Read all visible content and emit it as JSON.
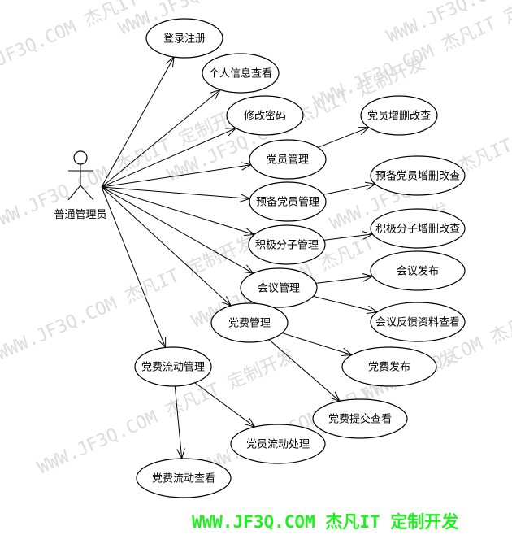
{
  "watermark": "WWW.JF3Q.COM 杰凡IT 定制开发",
  "footer": "WWW.JF3Q.COM 杰凡IT  定制开发",
  "actor": {
    "id": "actor",
    "label": "普通管理员"
  },
  "use_cases": [
    {
      "id": "login",
      "label": "登录注册"
    },
    {
      "id": "profile",
      "label": "个人信息查看"
    },
    {
      "id": "password",
      "label": "修改密码"
    },
    {
      "id": "member",
      "label": "党员管理"
    },
    {
      "id": "prep",
      "label": "预备党员管理"
    },
    {
      "id": "activist",
      "label": "积极分子管理"
    },
    {
      "id": "meeting",
      "label": "会议管理"
    },
    {
      "id": "fee",
      "label": "党费管理"
    },
    {
      "id": "feeflow",
      "label": "党费流动管理"
    },
    {
      "id": "member_crud",
      "label": "党员增删改查"
    },
    {
      "id": "prep_crud",
      "label": "预备党员增删改查"
    },
    {
      "id": "activist_crud",
      "label": "积极分子增删改查"
    },
    {
      "id": "meeting_pub",
      "label": "会议发布"
    },
    {
      "id": "meeting_fb",
      "label": "会议反馈资料查看"
    },
    {
      "id": "fee_pub",
      "label": "党费发布"
    },
    {
      "id": "fee_submit",
      "label": "党费提交查看"
    },
    {
      "id": "member_flow",
      "label": "党员流动处理"
    },
    {
      "id": "feeflow_view",
      "label": "党费流动查看"
    }
  ],
  "edges": [
    [
      "actor",
      "login"
    ],
    [
      "actor",
      "profile"
    ],
    [
      "actor",
      "password"
    ],
    [
      "actor",
      "member"
    ],
    [
      "actor",
      "prep"
    ],
    [
      "actor",
      "activist"
    ],
    [
      "actor",
      "meeting"
    ],
    [
      "actor",
      "fee"
    ],
    [
      "actor",
      "feeflow"
    ],
    [
      "member",
      "member_crud"
    ],
    [
      "prep",
      "prep_crud"
    ],
    [
      "activist",
      "activist_crud"
    ],
    [
      "meeting",
      "meeting_pub"
    ],
    [
      "meeting",
      "meeting_fb"
    ],
    [
      "fee",
      "fee_pub"
    ],
    [
      "fee",
      "fee_submit"
    ],
    [
      "feeflow",
      "member_flow"
    ],
    [
      "feeflow",
      "feeflow_view"
    ]
  ]
}
